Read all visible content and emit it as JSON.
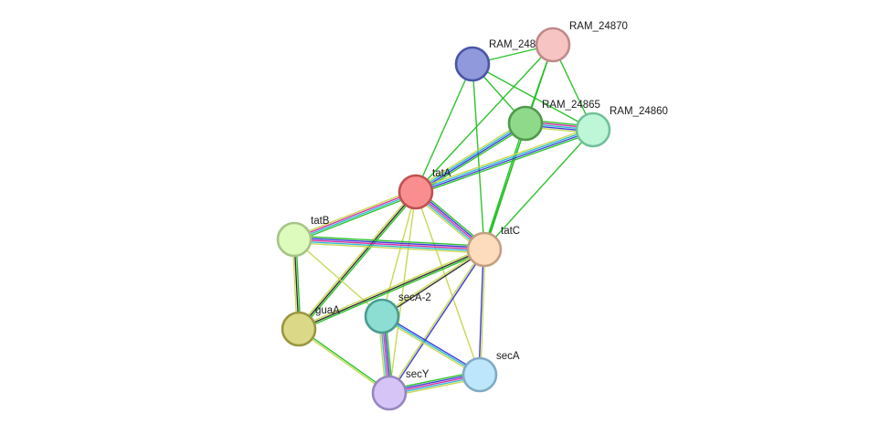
{
  "colors": {
    "neighborhood": "#22c022",
    "coexpression": "#222222",
    "textmining": "#c6d64a",
    "experiments": "#d6249b",
    "databases": "#23b6d2",
    "cooccurrence": "#3030d8",
    "fusion": "#e02020",
    "homology": "#b7a6e8"
  },
  "nodes": [
    {
      "id": "RAM_24870",
      "label": "RAM_24870",
      "fill": "#f7c4c4",
      "stroke": "#c08a8a"
    },
    {
      "id": "RAM_2488",
      "label": "RAM_248",
      "fill": "#8f99dc",
      "stroke": "#4a55a6"
    },
    {
      "id": "RAM_24865",
      "label": "RAM_24865",
      "fill": "#8fda8a",
      "stroke": "#4f9a4a"
    },
    {
      "id": "RAM_24860",
      "label": "RAM_24860",
      "fill": "#bdf7d8",
      "stroke": "#72c09a"
    },
    {
      "id": "tatA",
      "label": "tatA",
      "fill": "#fa8e8e",
      "stroke": "#c05050"
    },
    {
      "id": "tatB",
      "label": "tatB",
      "fill": "#ddfbbd",
      "stroke": "#a6c486"
    },
    {
      "id": "tatC",
      "label": "tatC",
      "fill": "#fddbbd",
      "stroke": "#c2a082"
    },
    {
      "id": "guaA",
      "label": "guaA",
      "fill": "#dbd988",
      "stroke": "#9a9640"
    },
    {
      "id": "secA-2",
      "label": "secA-2",
      "fill": "#8cddd2",
      "stroke": "#4a9c92"
    },
    {
      "id": "secA",
      "label": "secA",
      "fill": "#bee6fb",
      "stroke": "#80aac4"
    },
    {
      "id": "secY",
      "label": "secY",
      "fill": "#d6c4f7",
      "stroke": "#9686c0"
    }
  ],
  "edges": [
    {
      "source": "RAM_24870",
      "target": "RAM_2488",
      "channels": [
        "neighborhood"
      ]
    },
    {
      "source": "RAM_24870",
      "target": "RAM_24865",
      "channels": [
        "neighborhood"
      ]
    },
    {
      "source": "RAM_24870",
      "target": "RAM_24860",
      "channels": [
        "neighborhood"
      ]
    },
    {
      "source": "RAM_24870",
      "target": "tatA",
      "channels": [
        "neighborhood"
      ]
    },
    {
      "source": "RAM_24870",
      "target": "tatC",
      "channels": [
        "neighborhood"
      ]
    },
    {
      "source": "RAM_2488",
      "target": "RAM_24865",
      "channels": [
        "neighborhood"
      ]
    },
    {
      "source": "RAM_2488",
      "target": "RAM_24860",
      "channels": [
        "neighborhood"
      ]
    },
    {
      "source": "RAM_2488",
      "target": "tatA",
      "channels": [
        "neighborhood"
      ]
    },
    {
      "source": "RAM_2488",
      "target": "tatC",
      "channels": [
        "neighborhood"
      ]
    },
    {
      "source": "RAM_24865",
      "target": "RAM_24860",
      "channels": [
        "neighborhood",
        "experiments",
        "databases",
        "cooccurrence",
        "textmining"
      ]
    },
    {
      "source": "RAM_24865",
      "target": "tatA",
      "channels": [
        "neighborhood",
        "cooccurrence",
        "databases",
        "textmining"
      ]
    },
    {
      "source": "RAM_24865",
      "target": "tatC",
      "channels": [
        "neighborhood",
        "neighborhood"
      ]
    },
    {
      "source": "RAM_24860",
      "target": "tatA",
      "channels": [
        "neighborhood",
        "cooccurrence",
        "databases",
        "textmining"
      ]
    },
    {
      "source": "RAM_24860",
      "target": "tatC",
      "channels": [
        "neighborhood"
      ]
    },
    {
      "source": "tatA",
      "target": "tatB",
      "channels": [
        "neighborhood",
        "databases",
        "experiments",
        "textmining"
      ]
    },
    {
      "source": "tatA",
      "target": "tatC",
      "channels": [
        "neighborhood",
        "cooccurrence",
        "experiments",
        "databases",
        "textmining"
      ]
    },
    {
      "source": "tatA",
      "target": "guaA",
      "channels": [
        "neighborhood",
        "coexpression",
        "textmining"
      ]
    },
    {
      "source": "tatA",
      "target": "secA-2",
      "channels": [
        "textmining"
      ]
    },
    {
      "source": "tatA",
      "target": "secA",
      "channels": [
        "textmining"
      ]
    },
    {
      "source": "tatA",
      "target": "secY",
      "channels": [
        "textmining"
      ]
    },
    {
      "source": "tatB",
      "target": "tatC",
      "channels": [
        "neighborhood",
        "cooccurrence",
        "experiments",
        "databases",
        "textmining"
      ]
    },
    {
      "source": "tatB",
      "target": "guaA",
      "channels": [
        "neighborhood",
        "coexpression",
        "textmining"
      ]
    },
    {
      "source": "tatB",
      "target": "secA-2",
      "channels": [
        "textmining"
      ]
    },
    {
      "source": "tatC",
      "target": "guaA",
      "channels": [
        "neighborhood",
        "coexpression",
        "textmining"
      ]
    },
    {
      "source": "tatC",
      "target": "secA-2",
      "channels": [
        "coexpression",
        "textmining"
      ]
    },
    {
      "source": "tatC",
      "target": "secA",
      "channels": [
        "textmining",
        "cooccurrence"
      ]
    },
    {
      "source": "tatC",
      "target": "secY",
      "channels": [
        "cooccurrence",
        "textmining"
      ]
    },
    {
      "source": "guaA",
      "target": "secY",
      "channels": [
        "neighborhood",
        "textmining"
      ]
    },
    {
      "source": "secA-2",
      "target": "secY",
      "channels": [
        "neighborhood",
        "cooccurrence",
        "experiments",
        "databases",
        "textmining"
      ]
    },
    {
      "source": "secA-2",
      "target": "secA",
      "channels": [
        "cooccurrence",
        "databases",
        "textmining"
      ]
    },
    {
      "source": "secY",
      "target": "secA",
      "channels": [
        "neighborhood",
        "cooccurrence",
        "experiments",
        "databases",
        "textmining"
      ]
    }
  ]
}
